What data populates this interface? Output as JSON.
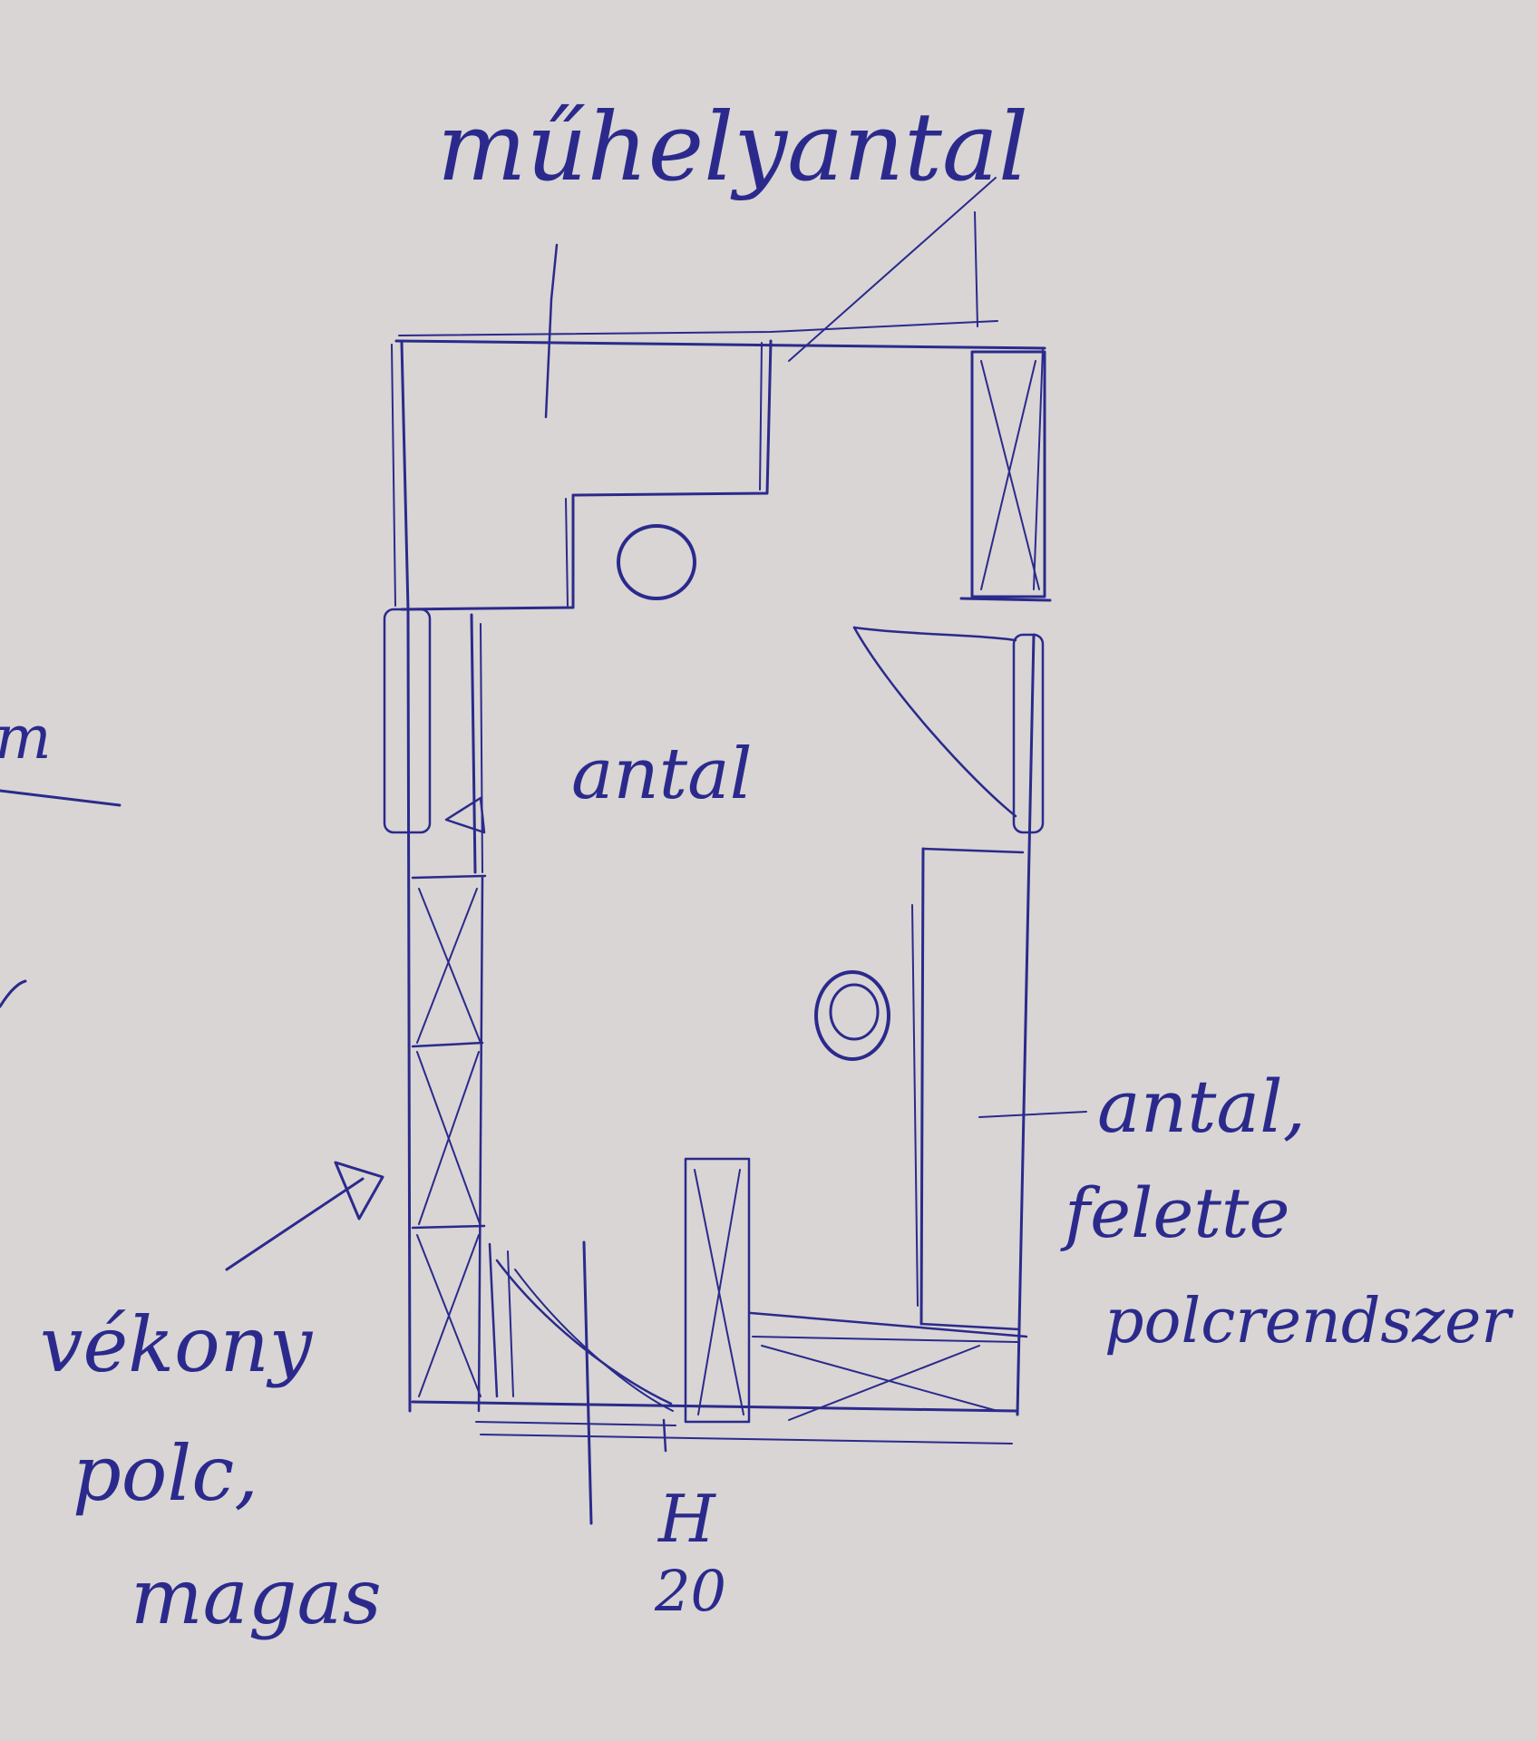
{
  "colors": {
    "paper": "#d8d5d4",
    "ink": "#2b2a8c"
  },
  "labels": {
    "top": "műhelyantal",
    "left_edge": "m",
    "middle": "antal",
    "right_line1": "antal,",
    "right_line2": "felette",
    "right_line3": "polcrendszer",
    "bottom_left_line1": "vékony",
    "bottom_left_line2": "polc,",
    "bottom_left_line3": "magas",
    "door_mark": "H",
    "door_number": "20"
  }
}
